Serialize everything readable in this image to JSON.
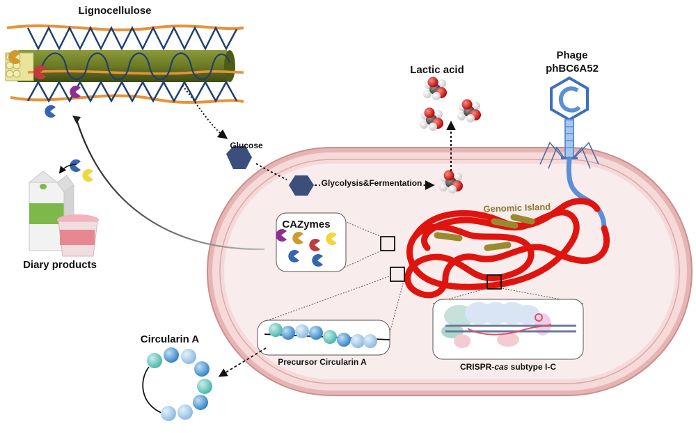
{
  "labels": {
    "lignocellulose": "Lignocellulose",
    "glucose": "Glucose",
    "glycolysis": "Glycolysis&Fermentation",
    "lactic_acid": "Lactic acid",
    "phage_line1": "Phage",
    "phage_line2": "phBC6A52",
    "genomic_island": "Genomic Island",
    "cazymes": "CAZymes",
    "diary_products": "Diary products",
    "circularin_a": "Circularin A",
    "precursor_circularin_a": "Precursor Circularin A",
    "crispr_prefix": "CRISPR-",
    "crispr_italic": "cas",
    "crispr_suffix": " subtype I-C"
  },
  "colors": {
    "cell_wall": "#e8b7b7",
    "cell_inner": "#f7e3e3",
    "chromosome": "#e0140e",
    "genomic_island": "#9a8a2e",
    "glucose": "#3a4f7a",
    "phage": "#5b8fd6",
    "lignin": "#e8923a",
    "cellulose": "#5f6e1f"
  }
}
